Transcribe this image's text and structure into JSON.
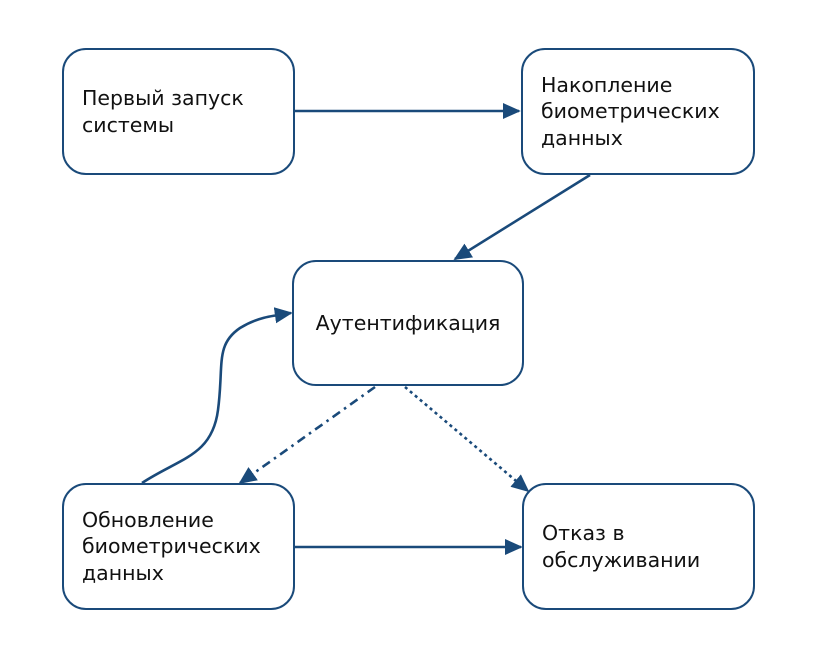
{
  "colors": {
    "stroke": "#1a4a7a",
    "text": "#111111",
    "background": "#ffffff"
  },
  "nodes": {
    "first_launch": "Первый запуск\nсистемы",
    "accumulation": "Накопление\nбиометрических\nданных",
    "authentication": "Аутентификация",
    "update": "Обновление\nбиометрических\nданных",
    "denial": "Отказ в\nобслуживании"
  },
  "edges": [
    {
      "from": "first_launch",
      "to": "accumulation",
      "style": "solid"
    },
    {
      "from": "accumulation",
      "to": "authentication",
      "style": "solid"
    },
    {
      "from": "authentication",
      "to": "update",
      "style": "dash-dot"
    },
    {
      "from": "authentication",
      "to": "denial",
      "style": "dotted"
    },
    {
      "from": "update",
      "to": "authentication",
      "style": "solid-curved"
    },
    {
      "from": "update",
      "to": "denial",
      "style": "solid"
    }
  ]
}
